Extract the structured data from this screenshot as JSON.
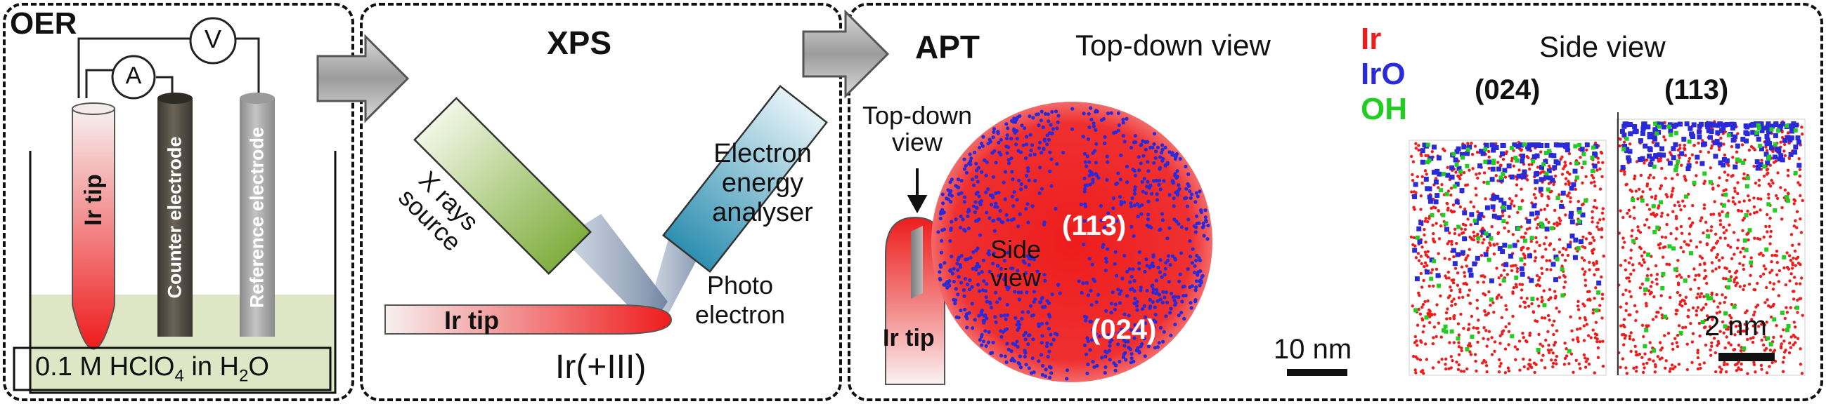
{
  "panels": {
    "oer": {
      "title": "OER",
      "voltmeter": "V",
      "ammeter": "A",
      "ir_tip": "Ir tip",
      "counter_electrode": "Counter electrode",
      "reference_electrode": "Reference electrode",
      "electrolyte_pre": "0.1 M HClO",
      "electrolyte_sub4": "4",
      "electrolyte_mid": " in H",
      "electrolyte_sub2": "2",
      "electrolyte_post": "O"
    },
    "xps": {
      "title": "XPS",
      "xray_line1": "X rays",
      "xray_line2": "source",
      "analyser_line1": "Electron",
      "analyser_line2": "energy",
      "analyser_line3": "analyser",
      "photo_line1": "Photo",
      "photo_line2": "electron",
      "ir_tip": "Ir tip",
      "oxidation": "Ir(+III)"
    },
    "apt": {
      "title": "APT",
      "topdown_line1": "Top-down",
      "topdown_line2": "view",
      "side_line1": "Side",
      "side_line2": "view",
      "ir_tip": "Ir tip",
      "topdown_title": "Top-down view",
      "plane_113": "(113)",
      "plane_024": "(024)",
      "scale_10": "10 nm",
      "legend": [
        {
          "label": "Ir",
          "color": "#ee1c1c"
        },
        {
          "label": "IrO",
          "color": "#2a2ad8"
        },
        {
          "label": "OH",
          "color": "#22cc22"
        }
      ],
      "side_title": "Side view",
      "side_024": "(024)",
      "side_113": "(113)",
      "scale_2": "2 nm"
    }
  },
  "colors": {
    "ir": "#ee1c1c",
    "iro": "#2a2ad8",
    "oh": "#22cc22",
    "liquid": "#dfe6c5"
  }
}
